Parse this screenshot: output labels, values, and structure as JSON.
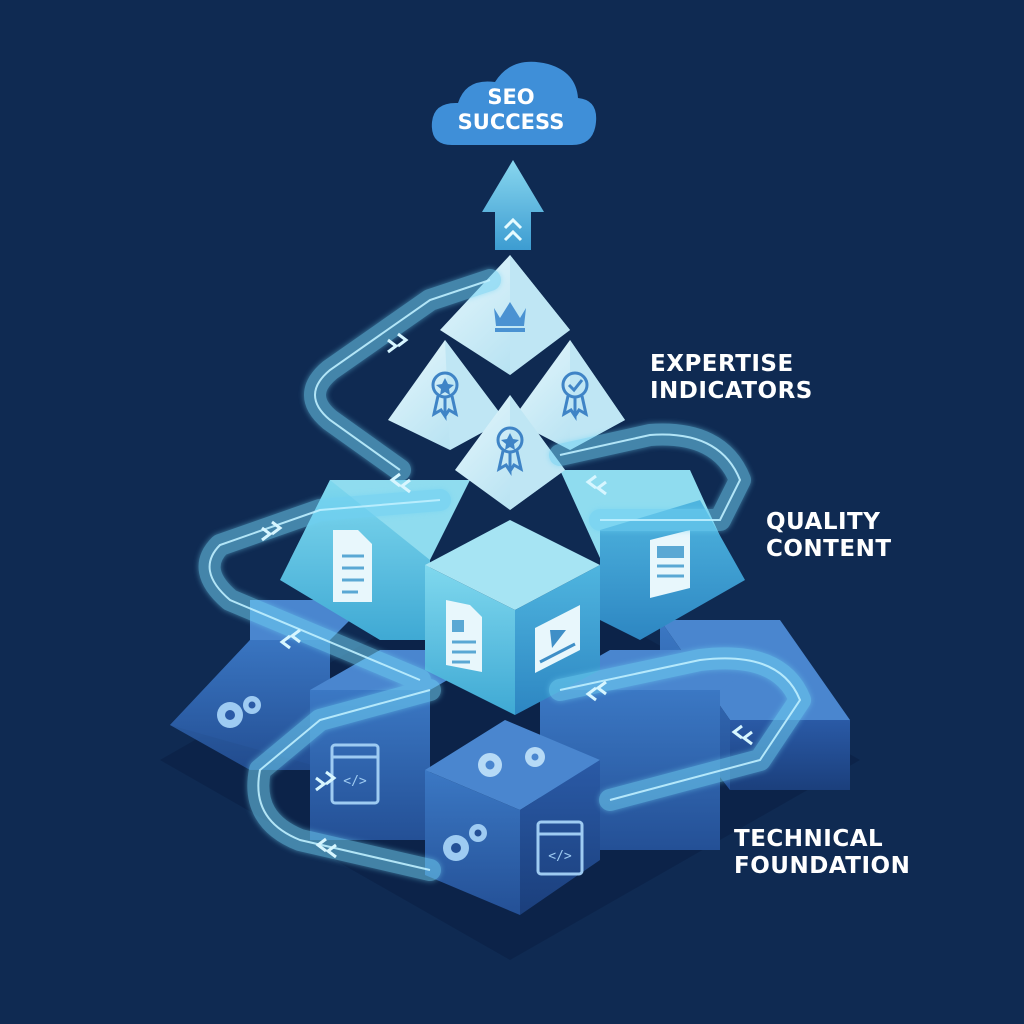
{
  "goal": {
    "line1": "SEO",
    "line2": "SUCCESS"
  },
  "tiers": [
    {
      "line1": "EXPERTISE",
      "line2": "INDICATORS"
    },
    {
      "line1": "QUALITY",
      "line2": "CONTENT"
    },
    {
      "line1": "TECHNICAL",
      "line2": "FOUNDATION"
    }
  ],
  "icons": {
    "top": "crown-icon",
    "expertise": [
      "award-ribbon-icon",
      "verified-badge-icon",
      "award-ribbon-icon"
    ],
    "content": [
      "document-icon",
      "article-icon",
      "newspaper-icon",
      "video-player-icon"
    ],
    "technical": [
      "gears-icon",
      "code-window-icon"
    ]
  },
  "colors": {
    "background": "#0f2a52",
    "cloud": "#3f8fd8",
    "crystal": "#c9eaf6",
    "content_block": "#5cc4e0",
    "foundation_block": "#2f66b3",
    "flow_path": "#66cdf0"
  }
}
